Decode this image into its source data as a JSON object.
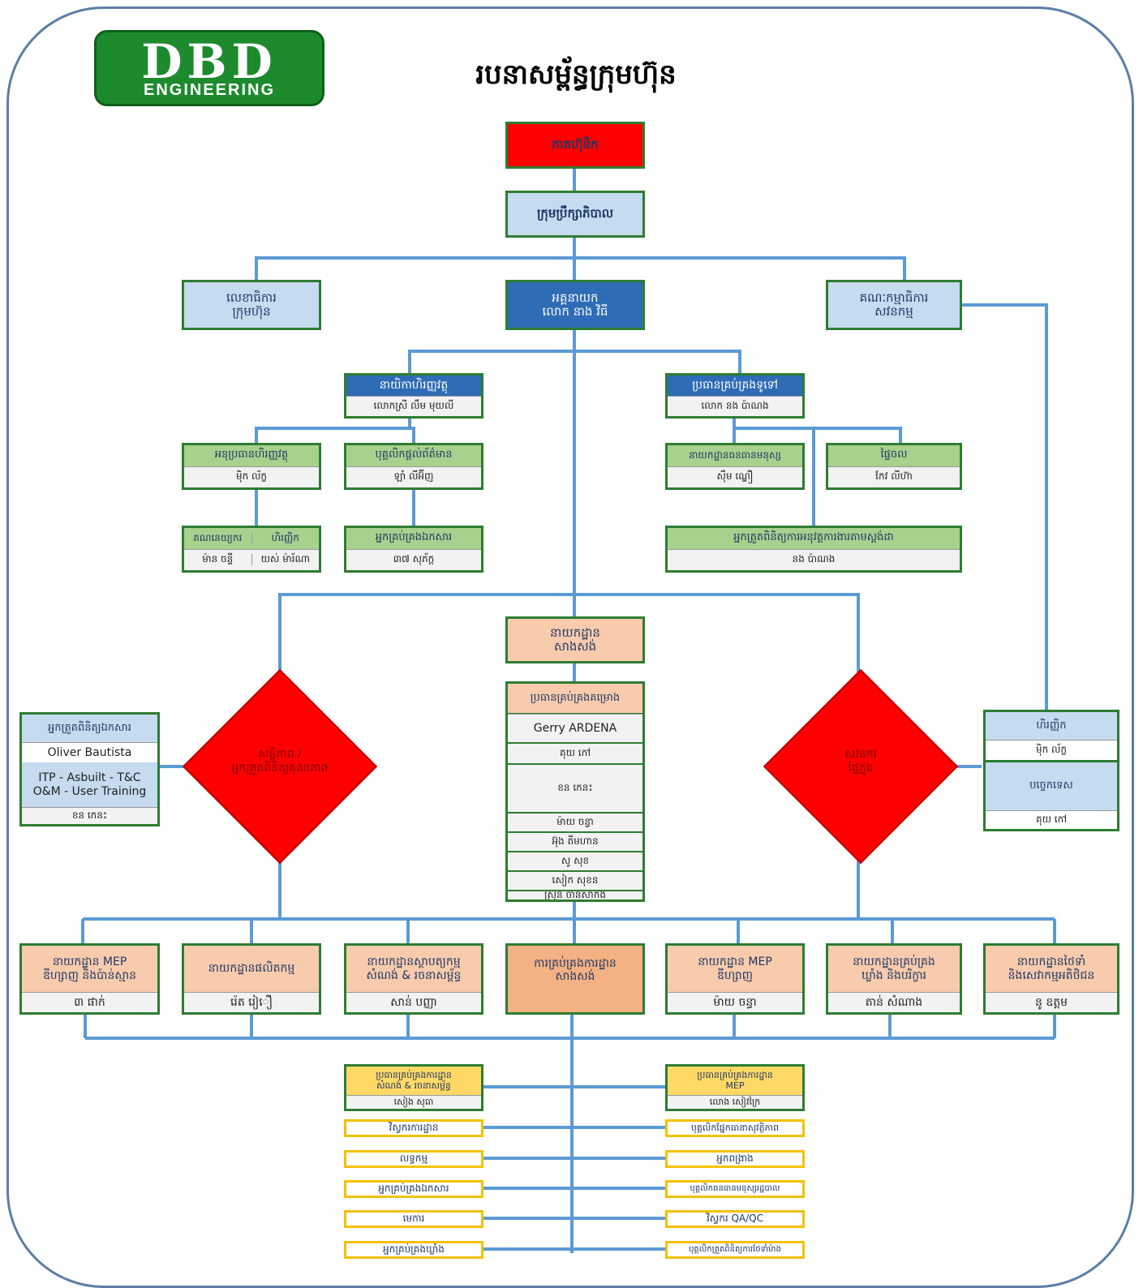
{
  "logo": {
    "main": "DBD",
    "sub": "ENGINEERING"
  },
  "title": "របនាសម្ព័ន្ធក្រុមហ៊ុន",
  "colors": {
    "line": "#5b9bd5",
    "border_green": "#2e7d32",
    "red": "#ff0000",
    "light_blue": "#c6dbef",
    "peach": "#f8cbad",
    "yellow": "#ffd966"
  },
  "top": {
    "shareholder": "ភាគហ៊ុនិក",
    "board": "ក្រុមប្រឹក្សាភិបាល",
    "secretary": [
      "លេខាធិការ",
      "ក្រុមហ៊ុន"
    ],
    "director": [
      "អគ្គនាយក",
      "លោក នាង វិធី"
    ],
    "audit_committee": [
      "គណៈកម្មាធិការ",
      "សវនកម្ម"
    ]
  },
  "finance": {
    "head": "នាយិកាហិរញ្ញវត្ថុ",
    "head_name": "លោកស្រី លឹម មុយលី",
    "deputy": "អនុប្រធានហិរញ្ញវត្ថុ",
    "deputy_name": "ម៉ិក ល័ក្ខ",
    "info_staff": "បុគ្គលិកផ្តល់ព័ត៌មាន",
    "info_staff_name": "ឡាំ លីអ៊ីញ",
    "accounting_label": "គណនេយ្យករ",
    "accounting_label2": "ហិរញ្ញិក",
    "accounting_name1": "ម៉ាន ចន្ទី",
    "accounting_name2": "យស់ ម៉ារ័ណា",
    "doc_manager": "អ្នកគ្រប់គ្រងឯកសារ",
    "doc_manager_name": "៣៧ សុភ័ក្ត"
  },
  "admin": {
    "head": "ប្រធានគ្រប់គ្រងទូទៅ",
    "head_name": "លោក នង ប៉ាណង",
    "hr": "នាយកដ្ឋានធនធានមនុស្ស",
    "hr_name": "ស៊ឹម ណ្ឌឿ",
    "reception": "ផ្ទៃចល",
    "reception_name": "កែវ លីហ៊ា",
    "compliance": "អ្នកត្រួតពិនិត្យការអនុវត្តការងារតាមស្តង់ដា",
    "compliance_name": "នង ប៉ាណង"
  },
  "construction": {
    "dept": [
      "នាយកដ្ឋាន",
      "សាងសង់"
    ],
    "pm": "ប្រធានគ្រប់គ្រងគម្រោង",
    "pm_name": "Gerry ARDENA",
    "rows": [
      "គុយ កៅ",
      "ខន កេនះ",
      "ម៉ាយ ចន្ធា",
      "អ៊ុង តីមហាន",
      "សូ សុខ",
      "សៀក សុខន",
      "ស្រ៊ុន ចាន់សាក់ង"
    ]
  },
  "safety": {
    "inspector": "អ្នកត្រួតពិនិត្យឯកសារ",
    "inspector_name": "Oliver Bautista",
    "items": "ITP - Asbuilt - T&C O&M   - User Training",
    "name2": "ខន កេនះ",
    "diamond": [
      "សន្តិភាព /",
      "អ្នកត្រួតពិនិត្យគុណភាព"
    ]
  },
  "audit": {
    "diamond": [
      "សវនករ",
      "ផ្ទៃក្នុង"
    ],
    "treasurer": "ហិរញ្ញិក",
    "treasurer_name": "ម៉ិក ល័ក្ខ",
    "tech": "បច្ចេកទេស",
    "tech_name": "គុយ កៅ"
  },
  "departments": [
    {
      "name": [
        "នាយកដ្ឋាន MEP",
        "ឌីហ្សាញ និងប៉ាន់ស្មាន"
      ],
      "person": "៣ ផាក់"
    },
    {
      "name": [
        "នាយកដ្ឋានផលិតកម្ម"
      ],
      "person": "រ៉េត រៀឿ"
    },
    {
      "name": [
        "នាយកដ្ឋានស្ថាបត្យកម្ម",
        "សំណង់ & រចនាសម្ព័ន្ធ"
      ],
      "person": "សាន់ បញ្ញា"
    },
    {
      "name": [
        "ការគ្រប់គ្រងការដ្ឋាន",
        "សាងសង់"
      ],
      "person": ""
    },
    {
      "name": [
        "នាយកដ្ឋាន MEP",
        "ឌីហ្សាញ"
      ],
      "person": "ម៉ាយ ចន្ធា"
    },
    {
      "name": [
        "នាយកដ្ឋានគ្រប់គ្រង",
        "ឃ្លាំង និងបរិក្ខារ"
      ],
      "person": "តាន់ សំណាង"
    },
    {
      "name": [
        "នាយកដ្ឋានថៃទាំ",
        "និងសេវាកម្មអតិថិជន"
      ],
      "person": "នូ ឧត្តម"
    }
  ],
  "site_left": {
    "head": [
      "ប្រធានគ្រប់គ្រងការដ្ឋាន",
      "សំណង់ & រចនាសម្ព័ន្ធ"
    ],
    "head_name": "សៀង សុធា",
    "items": [
      "វិស្វករការដ្ឋាន",
      "លទ្ធកម្ម",
      "អ្នកគ្រប់គ្រងឯកសារ",
      "មេការ",
      "អ្នកគ្រប់គ្រងឃ្លាំង"
    ]
  },
  "site_right": {
    "head": [
      "ប្រធានគ្រប់គ្រងការដ្ឋាន",
      "MEP"
    ],
    "head_name": "លោង សៀវក្រៃ",
    "items": [
      "បុគ្គលិកផ្នែកធានាសុវត្ថិភាព",
      "អ្នកពង្រាង",
      "បុគ្គលិកធនធានមនុស្សរដ្ឋបាល",
      "វិស្វករ QA/QC",
      "បុគ្គលិកត្រួតពិនិត្យការថែទាំម៉ាង"
    ]
  }
}
